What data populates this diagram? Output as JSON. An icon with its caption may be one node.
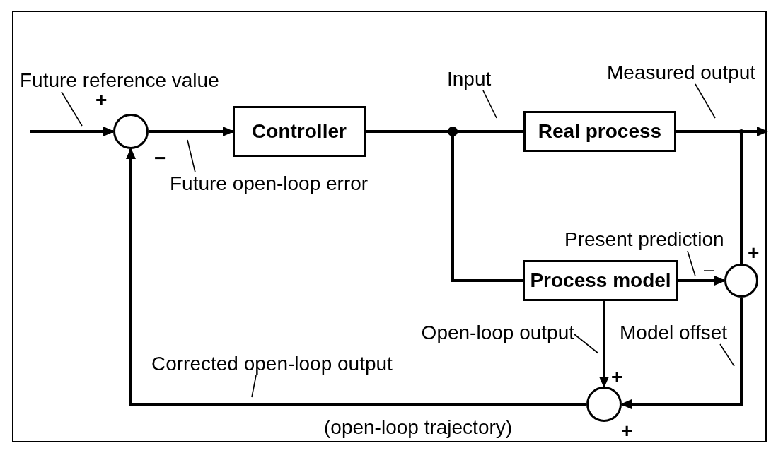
{
  "diagram": {
    "nodes": [
      {
        "text": [],
        "shape": "circle"
      },
      {
        "text": [
          "Controller"
        ]
      },
      {
        "text": [
          "Real process"
        ]
      },
      {
        "text": [
          "Process model"
        ]
      },
      {
        "text": [],
        "shape": "circle"
      },
      {
        "text": [],
        "shape": "circle"
      },
      {
        "text": [
          "Future reference value"
        ]
      },
      {
        "text": [
          "Future open-loop error"
        ]
      },
      {
        "text": [
          "Input"
        ]
      },
      {
        "text": [
          "Measured output"
        ]
      },
      {
        "text": [
          "Present prediction"
        ]
      },
      {
        "text": [
          "Open-loop output"
        ]
      },
      {
        "text": [
          "Model offset"
        ]
      },
      {
        "text": [
          "Corrected open-loop output"
        ]
      }
    ],
    "edges": [
      {
        "from": null,
        "to": 0,
        "arrow": "to"
      },
      {
        "from": 0,
        "to": 1,
        "arrow": "to"
      },
      {
        "from": 1,
        "to": 2,
        "arrow": "none"
      },
      {
        "from": 1,
        "to": 3,
        "arrow": "none"
      },
      {
        "from": 2,
        "to": null,
        "arrow": "to"
      },
      {
        "from": 2,
        "to": 4,
        "arrow": "none"
      },
      {
        "from": 3,
        "to": 4,
        "arrow": "to"
      },
      {
        "from": 3,
        "to": 5,
        "arrow": "to"
      },
      {
        "from": 4,
        "to": 5,
        "arrow": "to"
      },
      {
        "from": 5,
        "to": 0,
        "arrow": "to"
      },
      {
        "from": 6,
        "to": null,
        "arrow": "none"
      },
      {
        "from": 7,
        "to": null,
        "arrow": "none"
      },
      {
        "from": 8,
        "to": null,
        "arrow": "none"
      },
      {
        "from": 9,
        "to": null,
        "arrow": "none"
      },
      {
        "from": 10,
        "to": null,
        "arrow": "none"
      },
      {
        "from": 11,
        "to": null,
        "arrow": "none"
      },
      {
        "from": 12,
        "to": null,
        "arrow": "none"
      },
      {
        "from": 13,
        "to": null,
        "arrow": "none"
      }
    ],
    "labels": [
      "+",
      "−",
      "+",
      "–",
      "+",
      "(open-loop trajectory)",
      "+"
    ]
  }
}
